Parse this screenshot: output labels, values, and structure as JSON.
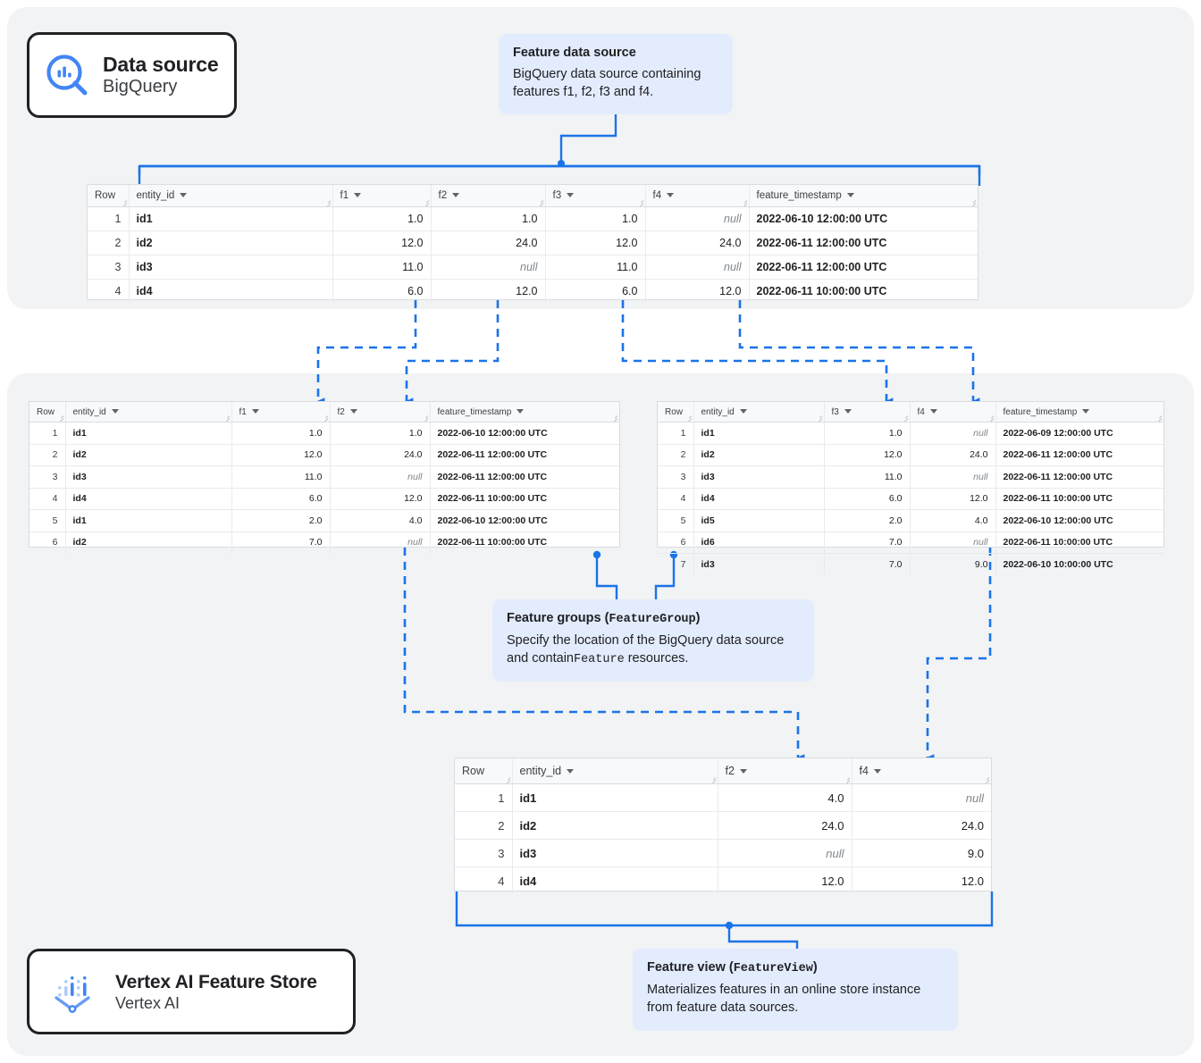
{
  "badges": {
    "data_source": {
      "icon": "bigquery-icon",
      "title": "Data source",
      "subtitle": "BigQuery"
    },
    "feature_store": {
      "icon": "vertex-ai-feature-store-icon",
      "title": "Vertex AI Feature Store",
      "subtitle": "Vertex AI"
    }
  },
  "callouts": {
    "feature_data_source": {
      "title": "Feature data source",
      "body": "BigQuery data source containing features f1, f2, f3 and f4."
    },
    "feature_groups": {
      "title_plain": "Feature groups (",
      "title_code": "FeatureGroup",
      "title_close": ")",
      "body_part1": "Specify the location of the BigQuery data source and contain",
      "body_code": "Feature",
      "body_part2": " resources."
    },
    "feature_view": {
      "title_plain": "Feature view (",
      "title_code": "FeatureView",
      "title_close": ")",
      "body": "Materializes features in an online store instance from feature data sources."
    }
  },
  "colors": {
    "accent": "#1a73e8",
    "panel_bg": "#f1f3f4",
    "callout_bg": "#e3ecfd",
    "table_header_bg": "#f8f9fa",
    "border": "#dadce0",
    "text": "#202124",
    "null_text": "#80868b"
  },
  "tables": {
    "source": {
      "name": "feature-data-source-table",
      "columns": [
        "Row",
        "entity_id",
        "f1",
        "f2",
        "f3",
        "f4",
        "feature_timestamp"
      ],
      "rows": [
        [
          "1",
          "id1",
          "1.0",
          "1.0",
          "1.0",
          "null",
          "2022-06-10 12:00:00 UTC"
        ],
        [
          "2",
          "id2",
          "12.0",
          "24.0",
          "12.0",
          "24.0",
          "2022-06-11 12:00:00 UTC"
        ],
        [
          "3",
          "id3",
          "11.0",
          "null",
          "11.0",
          "null",
          "2022-06-11 12:00:00 UTC"
        ],
        [
          "4",
          "id4",
          "6.0",
          "12.0",
          "6.0",
          "12.0",
          "2022-06-11 10:00:00 UTC"
        ]
      ]
    },
    "feature_group_1": {
      "name": "feature-group-1-table",
      "columns": [
        "Row",
        "entity_id",
        "f1",
        "f2",
        "feature_timestamp"
      ],
      "rows": [
        [
          "1",
          "id1",
          "1.0",
          "1.0",
          "2022-06-10 12:00:00 UTC"
        ],
        [
          "2",
          "id2",
          "12.0",
          "24.0",
          "2022-06-11 12:00:00 UTC"
        ],
        [
          "3",
          "id3",
          "11.0",
          "null",
          "2022-06-11 12:00:00 UTC"
        ],
        [
          "4",
          "id4",
          "6.0",
          "12.0",
          "2022-06-11 10:00:00 UTC"
        ],
        [
          "5",
          "id1",
          "2.0",
          "4.0",
          "2022-06-10 12:00:00 UTC"
        ],
        [
          "6",
          "id2",
          "7.0",
          "null",
          "2022-06-11 10:00:00 UTC"
        ]
      ]
    },
    "feature_group_2": {
      "name": "feature-group-2-table",
      "columns": [
        "Row",
        "entity_id",
        "f3",
        "f4",
        "feature_timestamp"
      ],
      "rows": [
        [
          "1",
          "id1",
          "1.0",
          "null",
          "2022-06-09 12:00:00 UTC"
        ],
        [
          "2",
          "id2",
          "12.0",
          "24.0",
          "2022-06-11 12:00:00 UTC"
        ],
        [
          "3",
          "id3",
          "11.0",
          "null",
          "2022-06-11 12:00:00 UTC"
        ],
        [
          "4",
          "id4",
          "6.0",
          "12.0",
          "2022-06-11 10:00:00 UTC"
        ],
        [
          "5",
          "id5",
          "2.0",
          "4.0",
          "2022-06-10 12:00:00 UTC"
        ],
        [
          "6",
          "id6",
          "7.0",
          "null",
          "2022-06-11 10:00:00 UTC"
        ],
        [
          "7",
          "id3",
          "7.0",
          "9.0",
          "2022-06-10 10:00:00 UTC"
        ]
      ]
    },
    "feature_view": {
      "name": "feature-view-table",
      "columns": [
        "Row",
        "entity_id",
        "f2",
        "f4"
      ],
      "rows": [
        [
          "1",
          "id1",
          "4.0",
          "null"
        ],
        [
          "2",
          "id2",
          "24.0",
          "24.0"
        ],
        [
          "3",
          "id3",
          "null",
          "9.0"
        ],
        [
          "4",
          "id4",
          "12.0",
          "12.0"
        ]
      ]
    }
  }
}
